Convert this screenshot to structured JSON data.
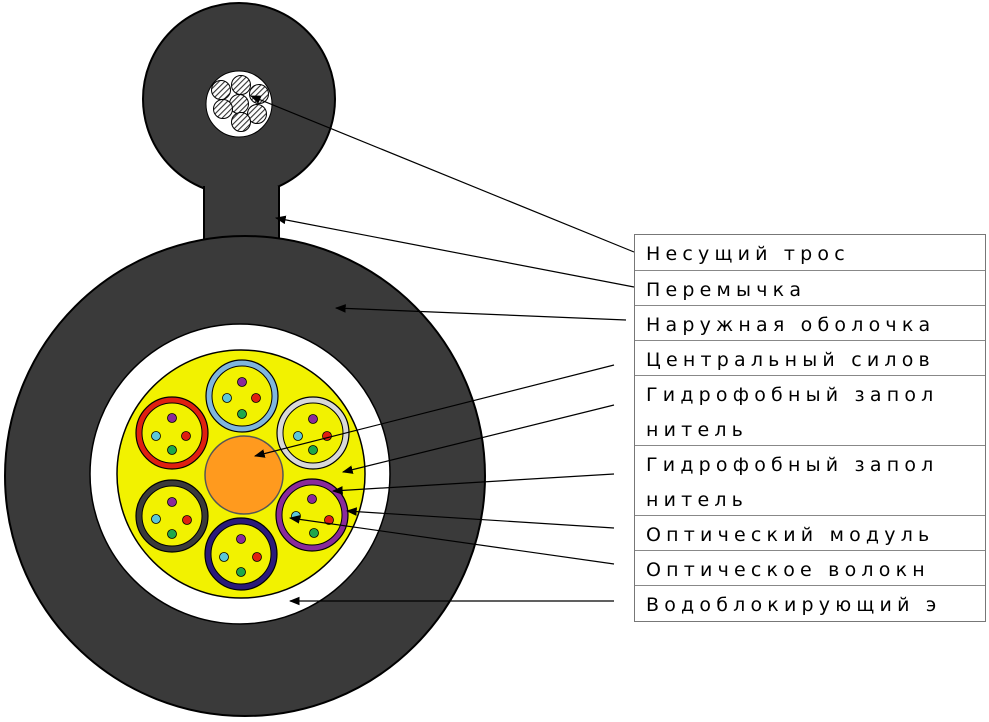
{
  "colors": {
    "jacket": "#3a3a3a",
    "jacket_outline": "#000000",
    "water_blocking_tape": "#ffffff",
    "gel_filler": "#f2f200",
    "central_member": "#ff9a1e",
    "fiber_fill": "#f2f200",
    "messenger_strands": "#555555"
  },
  "legend": [
    {
      "label": "Несущий трос",
      "lines": 1
    },
    {
      "label": "Перемычка",
      "lines": 1
    },
    {
      "label": "Наружная оболочка",
      "lines": 1
    },
    {
      "label": "Центральный силов",
      "lines": 1
    },
    {
      "label": "Гидрофобный запол\nнитель",
      "lines": 2
    },
    {
      "label": "Гидрофобный запол\nнитель",
      "lines": 2
    },
    {
      "label": "Оптический модуль",
      "lines": 1
    },
    {
      "label": "Оптическое волокн",
      "lines": 1
    },
    {
      "label": "Водоблокирующий э",
      "lines": 1
    }
  ],
  "modules": [
    {
      "name": "blue-tube",
      "ring": "#7fb6dd"
    },
    {
      "name": "white-tube",
      "ring": "#d8d8d8"
    },
    {
      "name": "violet-tube",
      "ring": "#8a2a9a"
    },
    {
      "name": "navy-tube",
      "ring": "#2a1a7a"
    },
    {
      "name": "black-tube",
      "ring": "#3a3a3a"
    },
    {
      "name": "red-tube",
      "ring": "#e02010"
    }
  ],
  "fiber_colors": [
    "#8a2a9a",
    "#e02010",
    "#1fa84a",
    "#5cc7d8"
  ]
}
